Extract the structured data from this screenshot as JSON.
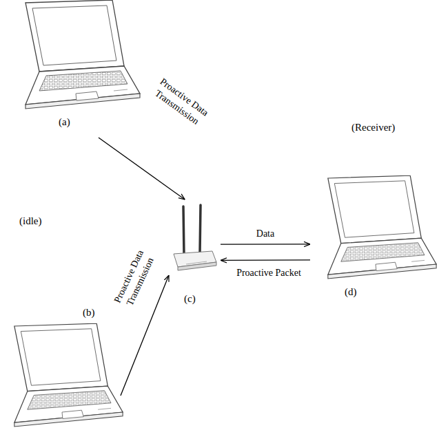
{
  "diagram": {
    "nodes": [
      {
        "text": [
          "(a)"
        ]
      },
      {
        "text": [
          "(idle)",
          "(b)"
        ]
      },
      {
        "text": [
          "(c)"
        ]
      },
      {
        "text": [
          "(Receiver)",
          "(d)"
        ]
      }
    ],
    "edges": [
      {
        "from": 0,
        "to": 2,
        "arrow": "to",
        "label": "Proactive Data Transmission"
      },
      {
        "from": 1,
        "to": 2,
        "arrow": "to",
        "label": "Proactive Data Transmission"
      },
      {
        "from": 2,
        "to": 3,
        "arrow": "to",
        "label": "Data"
      },
      {
        "from": 3,
        "to": 2,
        "arrow": "to",
        "label": "Proactive Packet"
      }
    ]
  }
}
